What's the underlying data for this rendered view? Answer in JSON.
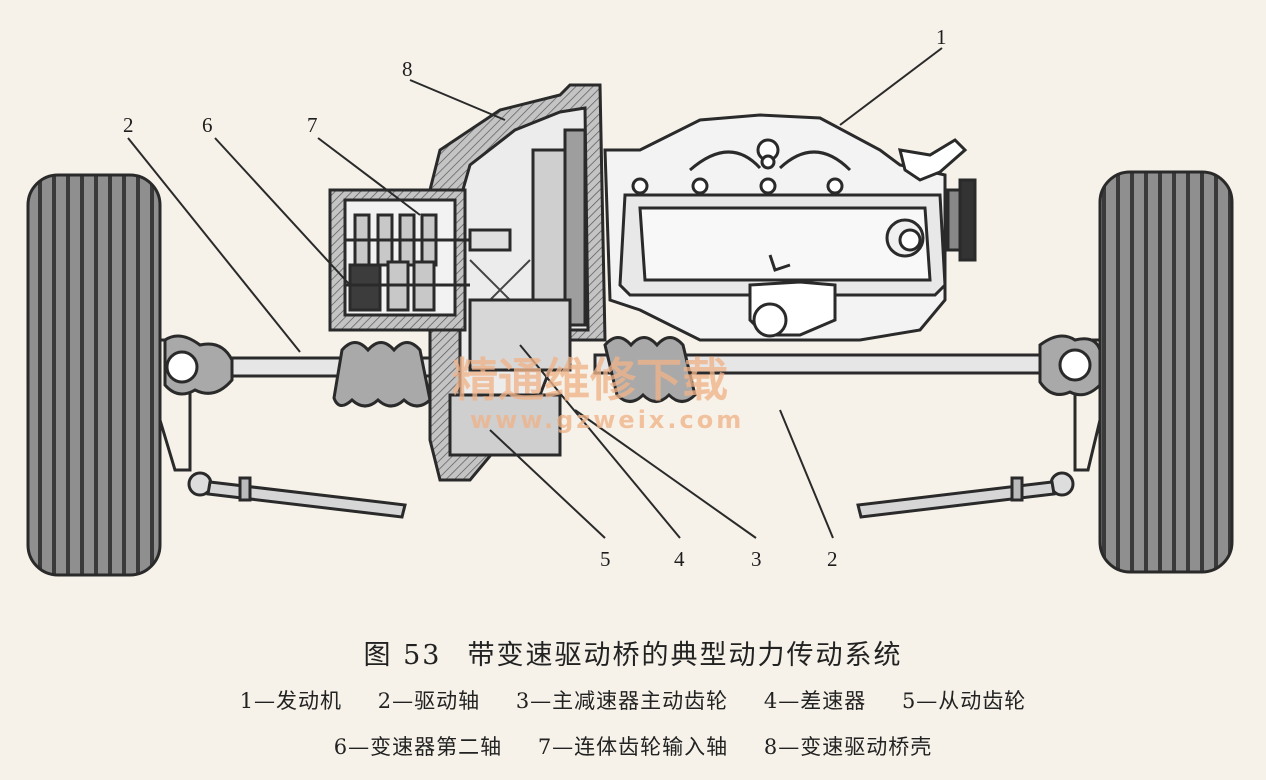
{
  "figure": {
    "number": "图 53",
    "title": "带变速驱动桥的典型动力传动系统"
  },
  "callouts": [
    "1",
    "2",
    "6",
    "7",
    "8",
    "2",
    "5",
    "4",
    "3"
  ],
  "legend": {
    "row1": [
      "1—发动机",
      "2—驱动轴",
      "3—主减速器主动齿轮",
      "4—差速器",
      "5—从动齿轮"
    ],
    "row2": [
      "6—变速器第二轴",
      "7—连体齿轮输入轴",
      "8—变速驱动桥壳"
    ]
  },
  "watermark": {
    "text": "精通维修下载",
    "url": "www.gzweix.com"
  },
  "colors": {
    "background": "#f6f2e9",
    "line": "#2a2a2a",
    "tire": "#8c8c8c",
    "part_gray": "#b9b9b9",
    "watermark": "#f0b48a"
  }
}
